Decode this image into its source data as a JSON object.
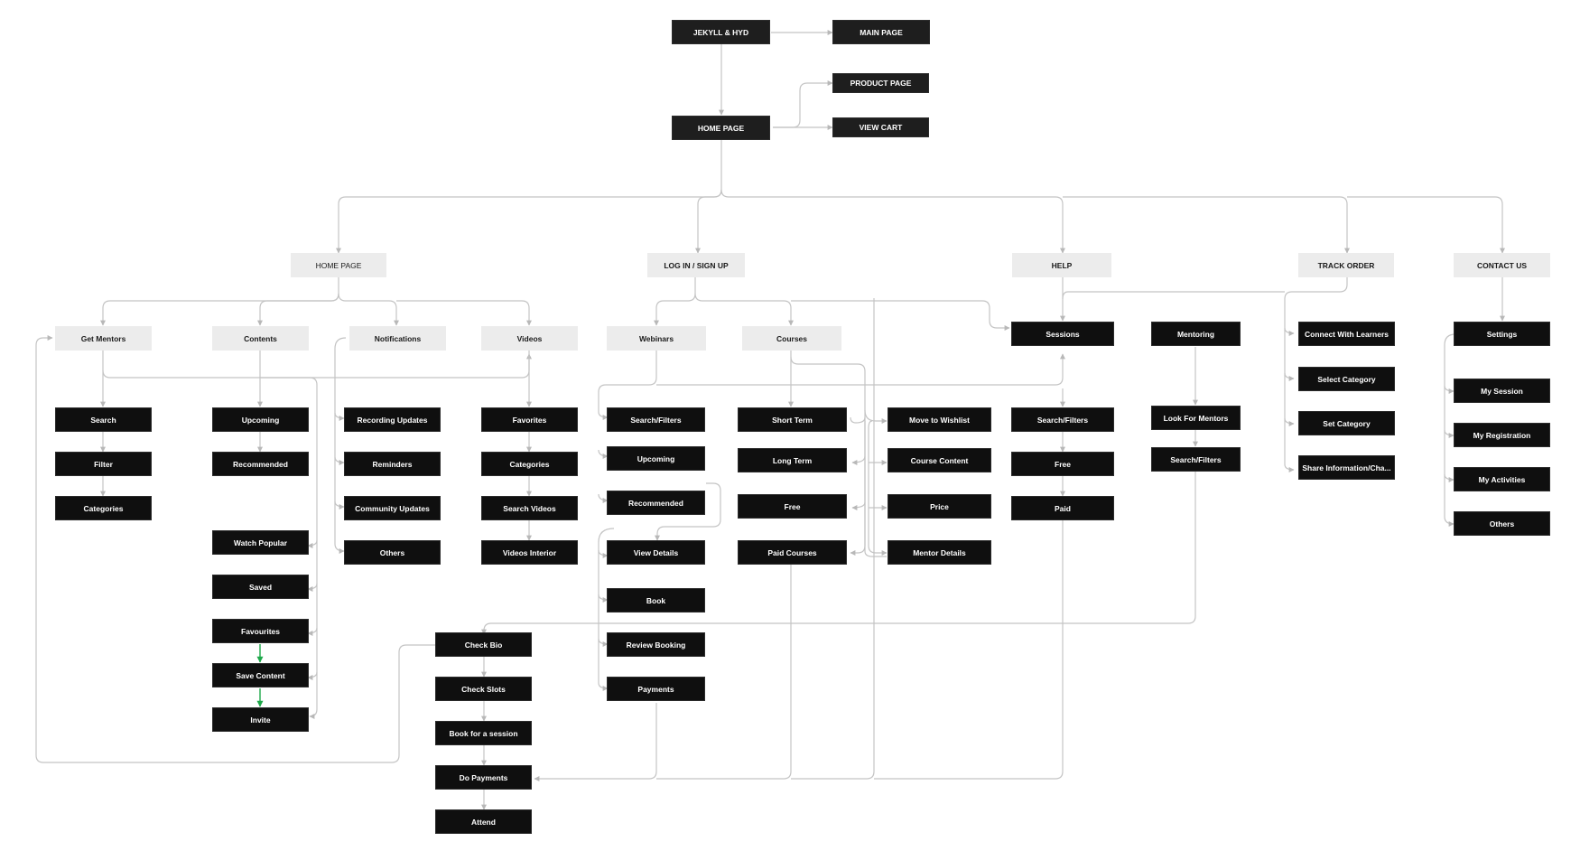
{
  "colors": {
    "node_dark": "#0f0f0f",
    "node_light": "#ececec",
    "connector": "#c4c4c4",
    "accent_arrow": "#1ea84a"
  },
  "nodes": {
    "jekyll": "JEKYLL & HYD",
    "main_page": "MAIN PAGE",
    "product_page": "PRODUCT PAGE",
    "home_page_top": "HOME PAGE",
    "view_cart": "VIEW CART",
    "home_page_section": "HOME PAGE",
    "login_signup": "LOG IN / SIGN UP",
    "help": "HELP",
    "track_order": "TRACK ORDER",
    "contact_us": "CONTACT US",
    "get_mentors": "Get Mentors",
    "contents": "Contents",
    "notifications": "Notifications",
    "videos": "Videos",
    "webinars": "Webinars",
    "courses": "Courses",
    "sessions": "Sessions",
    "mentoring": "Mentoring",
    "connect_learners": "Connect With Learners",
    "select_category": "Select Category",
    "set_category": "Set Category",
    "share_info": "Share Information/Cha...",
    "settings": "Settings",
    "my_session": "My Session",
    "my_registration": "My Registration",
    "my_activities": "My Activities",
    "contact_others": "Others",
    "search": "Search",
    "filter": "Filter",
    "mentor_categories": "Categories",
    "upcoming_contents": "Upcoming",
    "recommended_contents": "Recommended",
    "watch_popular": "Watch Popular",
    "saved": "Saved",
    "favourites": "Favourites",
    "save_content": "Save Content",
    "invite": "Invite",
    "recording_updates": "Recording Updates",
    "reminders": "Reminders",
    "community_updates": "Community Updates",
    "notif_others": "Others",
    "favorites": "Favorites",
    "video_categories": "Categories",
    "search_videos": "Search Videos",
    "videos_interior": "Videos Interior",
    "webinar_search": "Search/Filters",
    "webinar_upcoming": "Upcoming",
    "webinar_recommended": "Recommended",
    "view_details": "View Details",
    "book": "Book",
    "review_booking": "Review Booking",
    "payments": "Payments",
    "short_term": "Short Term",
    "long_term": "Long Term",
    "course_free": "Free",
    "paid_courses": "Paid Courses",
    "move_wishlist": "Move to Wishlist",
    "course_content": "Course Content",
    "price": "Price",
    "mentor_details": "Mentor Details",
    "session_search": "Search/Filters",
    "session_free": "Free",
    "session_paid": "Paid",
    "look_mentors": "Look For Mentors",
    "mentoring_search": "Search/Filters",
    "check_bio": "Check Bio",
    "check_slots": "Check Slots",
    "book_session": "Book for a session",
    "do_payments": "Do Payments",
    "attend": "Attend"
  }
}
